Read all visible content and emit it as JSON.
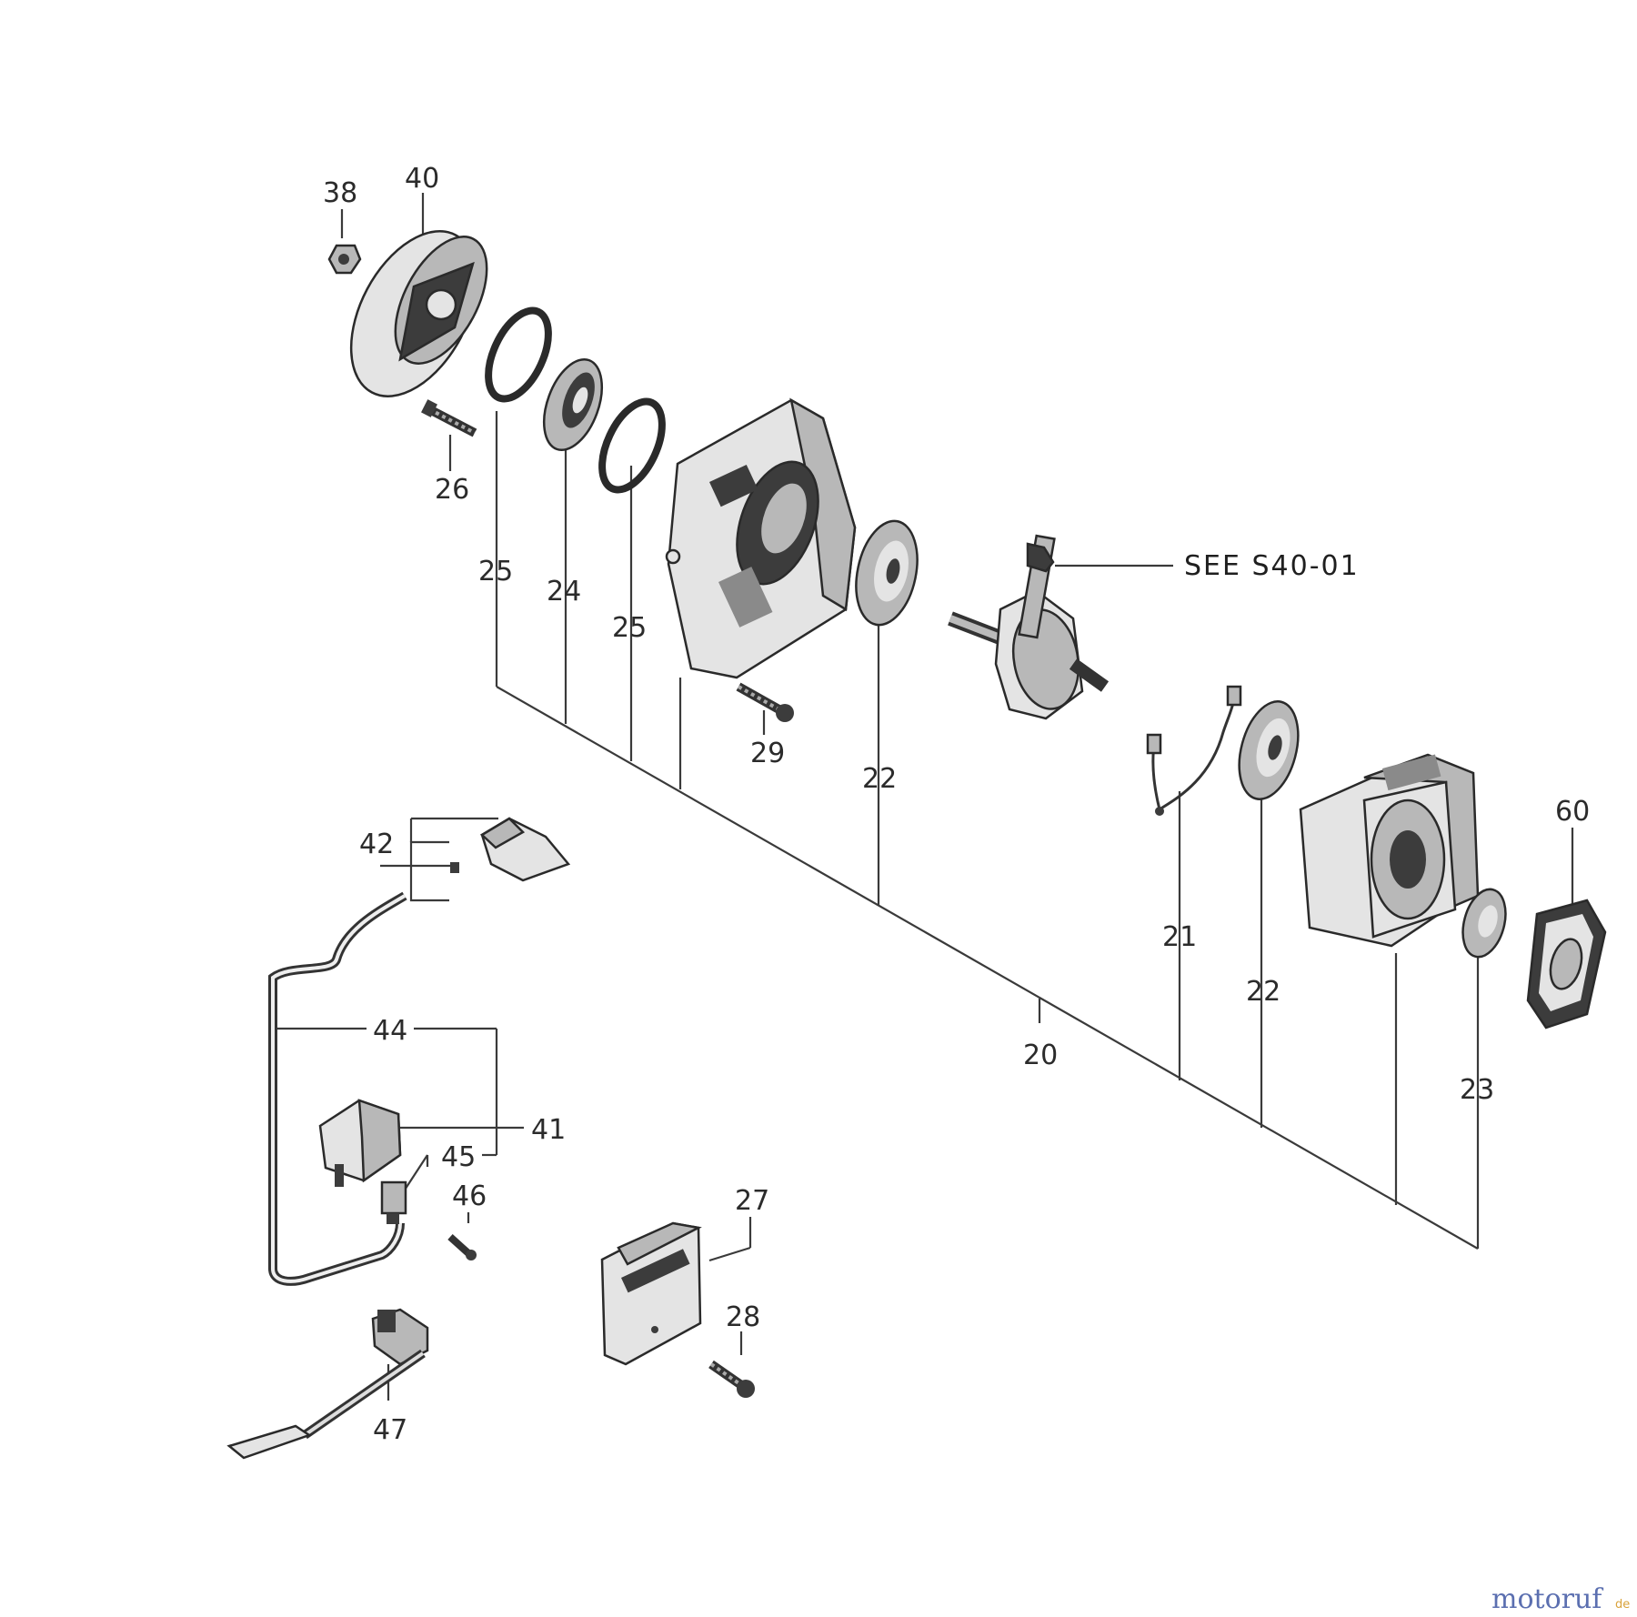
{
  "diagram": {
    "callouts": {
      "c38": "38",
      "c40": "40",
      "c26": "26",
      "c25a": "25",
      "c24": "24",
      "c25b": "25",
      "c29": "29",
      "c22a": "22",
      "c21": "21",
      "c22b": "22",
      "c60": "60",
      "c20": "20",
      "c23": "23",
      "c42": "42",
      "c44": "44",
      "c41": "41",
      "c45": "45",
      "c46": "46",
      "c27": "27",
      "c28": "28",
      "c47": "47"
    },
    "reference": "SEE  S40-01"
  },
  "watermark": {
    "brand": "motoruf",
    "tld": "de"
  }
}
